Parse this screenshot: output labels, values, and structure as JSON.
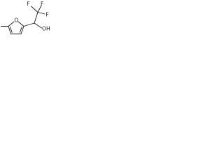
{
  "molecule": {
    "atoms": {
      "fluorine_top_left": "F",
      "fluorine_top_right": "F",
      "fluorine_right": "F",
      "ring_oxygen": "O",
      "hydroxyl": "OH"
    }
  }
}
